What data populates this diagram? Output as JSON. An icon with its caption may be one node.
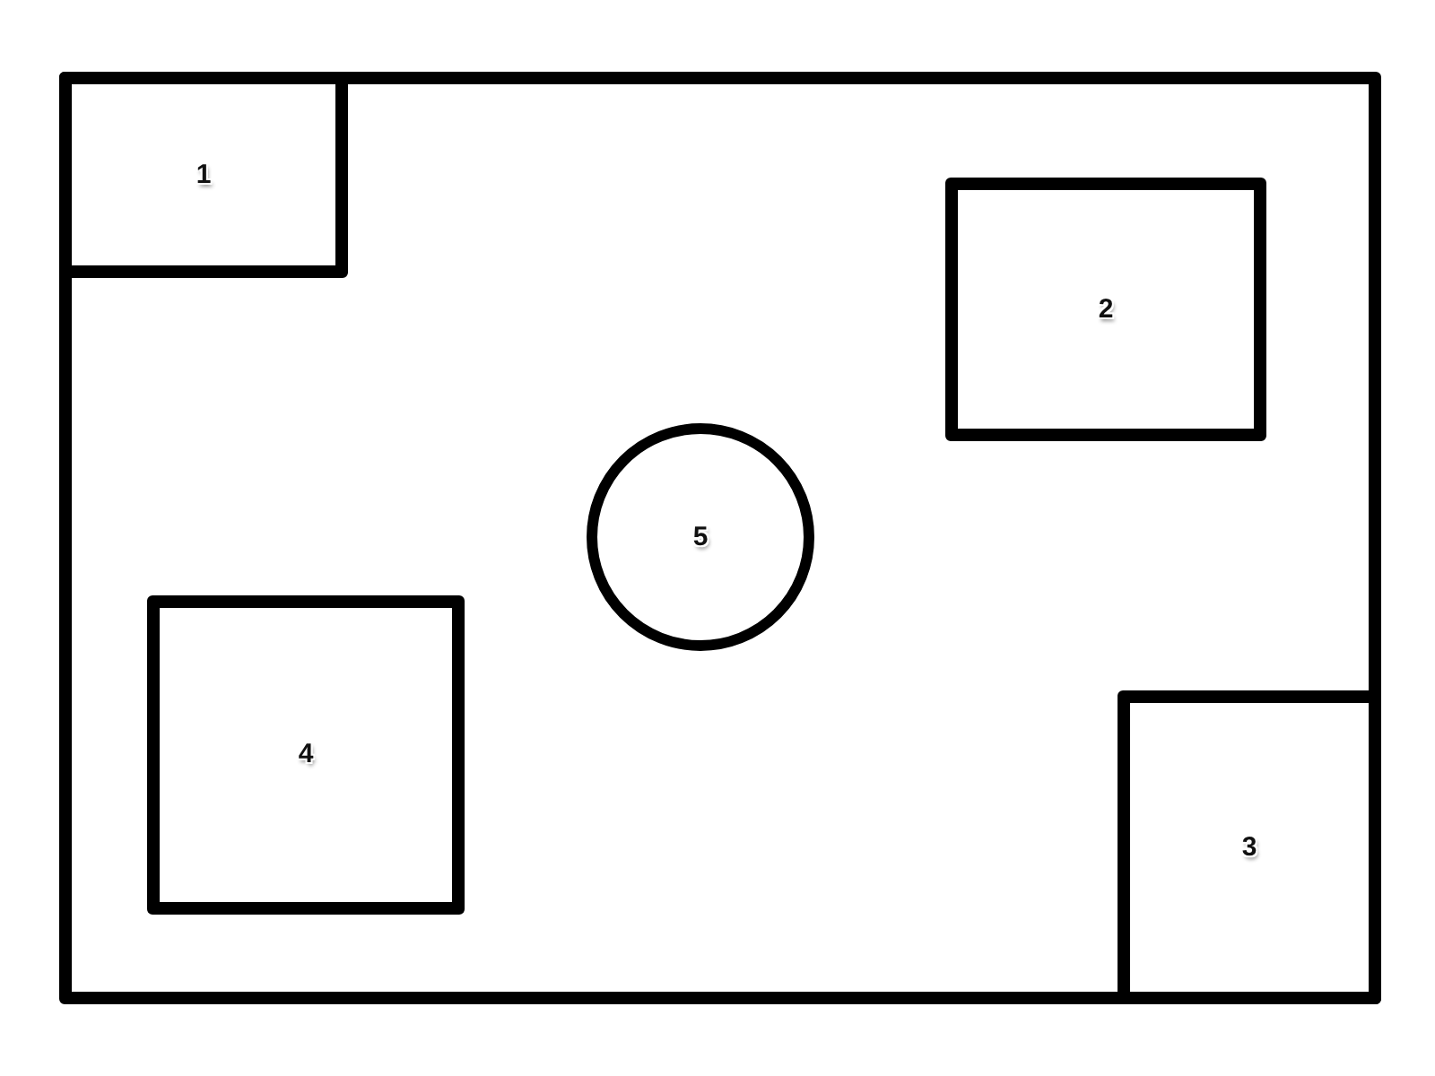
{
  "diagram": {
    "nodes": [
      {
        "text": [],
        "shape": "box"
      },
      {
        "text": [
          "1"
        ],
        "in": 0
      },
      {
        "text": [
          "2"
        ],
        "in": 0
      },
      {
        "text": [
          "3"
        ],
        "in": 0
      },
      {
        "text": [
          "4"
        ],
        "in": 0
      },
      {
        "text": [
          "5"
        ],
        "in": 0
      }
    ]
  }
}
